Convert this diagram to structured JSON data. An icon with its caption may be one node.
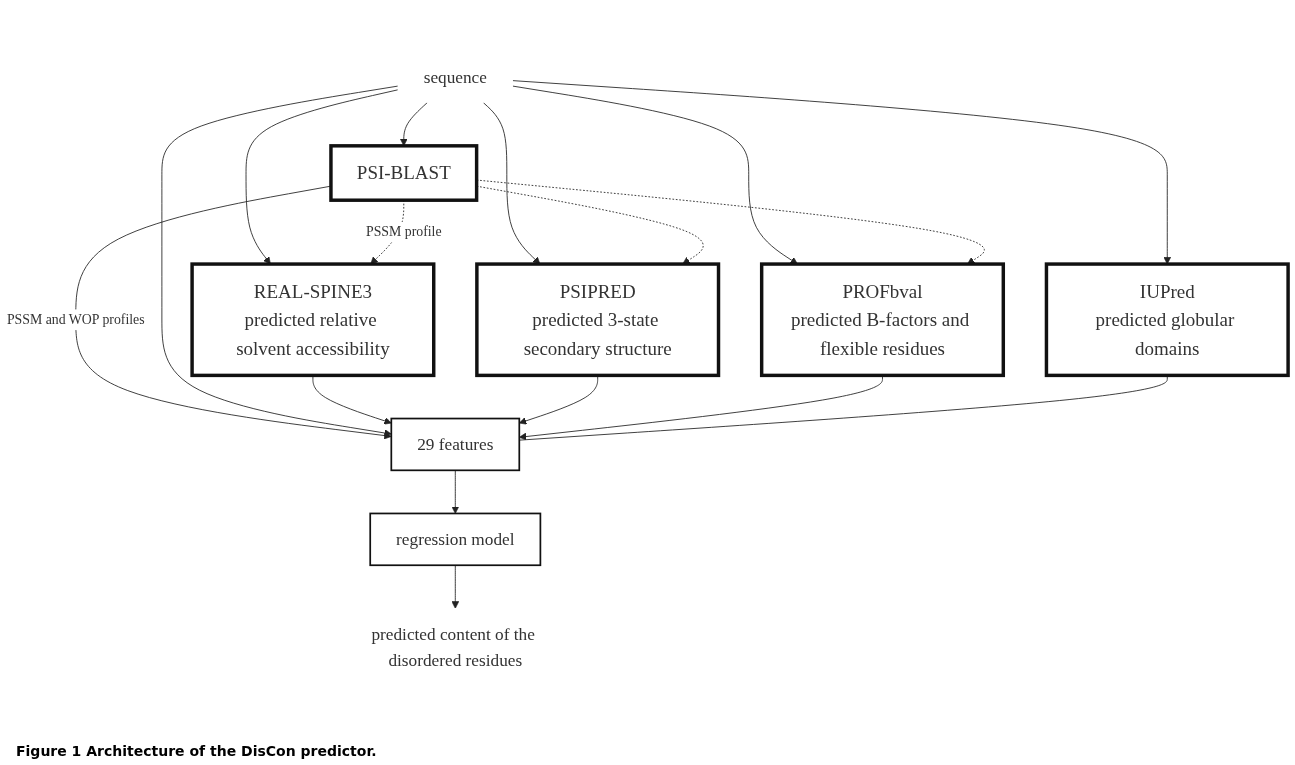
{
  "diagram": {
    "caption": "Figure 1 Architecture of the DisCon predictor.",
    "nodes": [
      {
        "text": [
          "sequence"
        ]
      },
      {
        "text": [
          "PSI-BLAST"
        ]
      },
      {
        "text": [
          "REAL-SPINE3",
          "predicted relative solvent accessibility"
        ]
      },
      {
        "text": [
          "PSIPRED",
          "predicted 3-state secondary structure"
        ]
      },
      {
        "text": [
          "PROFbval",
          "predicted B-factors and flexible residues"
        ]
      },
      {
        "text": [
          "IUPred",
          "predicted globular domains"
        ]
      },
      {
        "text": [
          "29 features"
        ]
      },
      {
        "text": [
          "regression model"
        ]
      },
      {
        "text": [
          "predicted content of the disordered residues"
        ]
      }
    ],
    "edges": [
      {
        "from": 0,
        "to": 1,
        "arrow": "to"
      },
      {
        "from": 0,
        "to": 2,
        "arrow": "to"
      },
      {
        "from": 1,
        "to": 2,
        "arrow": "to",
        "style": "dashed",
        "label": "PSSM profile"
      },
      {
        "from": 0,
        "to": 3,
        "arrow": "to"
      },
      {
        "from": 1,
        "to": 3,
        "arrow": "to",
        "style": "dashed"
      },
      {
        "from": 0,
        "to": 4,
        "arrow": "to"
      },
      {
        "from": 1,
        "to": 4,
        "arrow": "to",
        "style": "dashed"
      },
      {
        "from": 1,
        "to": 6,
        "arrow": "to",
        "label": "PSSM and WOP profiles"
      },
      {
        "from": 0,
        "to": 5,
        "arrow": "to"
      },
      {
        "from": 0,
        "to": 6,
        "arrow": "to"
      },
      {
        "from": 2,
        "to": 6,
        "arrow": "to"
      },
      {
        "from": 3,
        "to": 6,
        "arrow": "to"
      },
      {
        "from": 4,
        "to": 6,
        "arrow": "to"
      },
      {
        "from": 5,
        "to": 6,
        "arrow": "none"
      },
      {
        "from": 6,
        "to": 7,
        "arrow": "to"
      },
      {
        "from": 7,
        "to": 8,
        "arrow": "to"
      }
    ]
  }
}
